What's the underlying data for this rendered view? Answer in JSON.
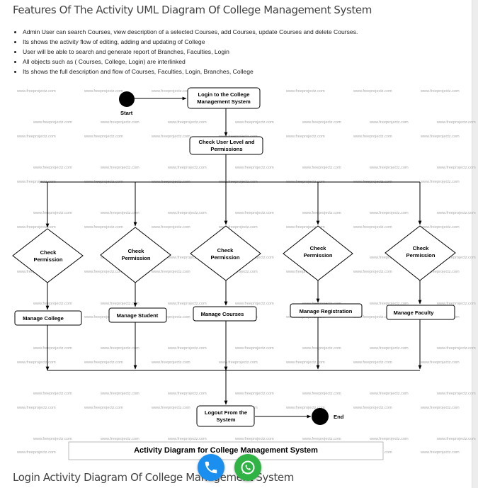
{
  "heading": "Features Of The Activity UML Diagram Of College Management System",
  "features": [
    "Admin User can search Courses, view description of a selected Courses, add Courses, update Courses and delete Courses.",
    "Its shows the activity flow of editing, adding and updating of College",
    "User will be able to search and generate report of Branches, Faculties, Login",
    "All objects such as ( Courses, College, Login) are interlinked",
    "Its shows the full description and flow of Courses, Faculties, Login, Branches, College"
  ],
  "diagram": {
    "start_label": "Start",
    "end_label": "End",
    "login_node": [
      "Login to the College",
      "Management System"
    ],
    "check_level_node": [
      "Check User Level and",
      "Permissions"
    ],
    "decision_label": [
      "Check",
      "Permission"
    ],
    "actions": [
      "Manage College",
      "Manage Student",
      "Manage Courses",
      "Manage Registration",
      "Manage Faculty"
    ],
    "logout_node": [
      "Logout From the",
      "System"
    ],
    "caption": "Activity Diagram for College Management System",
    "watermark": "www.freeprojectz.com"
  },
  "second_heading": "Login Activity Diagram Of College Management System",
  "icons": {
    "phone": "phone-icon",
    "whatsapp": "whatsapp-icon"
  },
  "colors": {
    "phone_button": "#1a8ff0",
    "whatsapp_button": "#2fb345"
  }
}
